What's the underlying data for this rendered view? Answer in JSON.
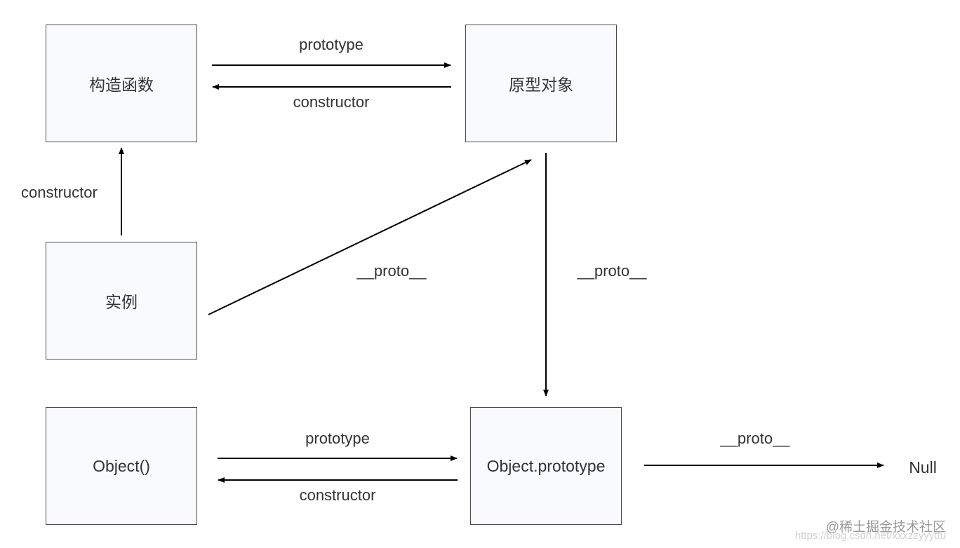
{
  "nodes": {
    "constructor_fn": "构造函数",
    "prototype_obj": "原型对象",
    "instance": "实例",
    "object_fn": "Object()",
    "object_prototype": "Object.prototype",
    "null": "Null"
  },
  "edges": {
    "fn_to_proto": "prototype",
    "proto_to_fn": "constructor",
    "instance_to_fn": "constructor",
    "instance_to_proto": "__proto__",
    "proto_to_object_proto": "__proto__",
    "object_to_object_proto": "prototype",
    "object_proto_to_object": "constructor",
    "object_proto_to_null": "__proto__"
  },
  "watermark": {
    "line1": "@稀土掘金技术社区",
    "line2": "https://blog.csdn.net/xxxzzyyyttu"
  },
  "colors": {
    "node_fill": "#f8fafd",
    "node_border": "#4a4a4a",
    "arrow": "#000000",
    "text": "#333333"
  }
}
